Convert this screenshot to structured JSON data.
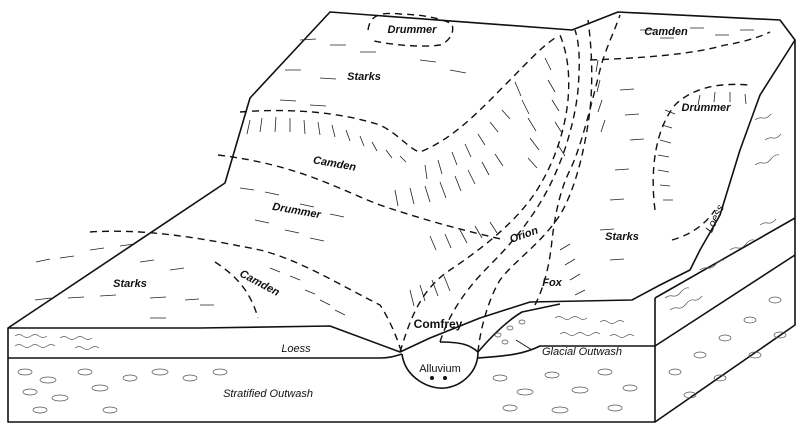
{
  "colors": {
    "line": "#111111",
    "background": "#ffffff",
    "texture": "#555555"
  },
  "soil_units": {
    "drummer_top": "Drummer",
    "camden_top_right": "Camden",
    "starks_upper": "Starks",
    "drummer_right": "Drummer",
    "camden_mid": "Camden",
    "drummer_mid": "Drummer",
    "orion": "Orion",
    "starks_right": "Starks",
    "fox": "Fox",
    "starks_left": "Starks",
    "camden_lower": "Camden",
    "comfrey": "Comfrey"
  },
  "layers": {
    "loess_front": "Loess",
    "loess_side": "Loess",
    "glacial_outwash": "Glacial Outwash",
    "alluvium": "Alluvium",
    "stratified_outwash": "Stratified Outwash"
  }
}
